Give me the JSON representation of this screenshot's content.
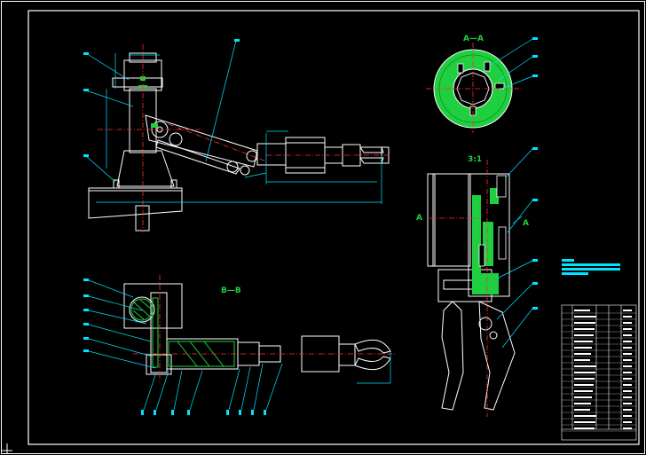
{
  "colors": {
    "background": "#000000",
    "frame": "#ffffff",
    "outline": "#ffffff",
    "leader": "#00e5ff",
    "dimension": "#00e5ff",
    "centerline": "#ff3030",
    "hatch": "#1fcf3f",
    "part_fill": "#1fcf3f",
    "label_text": "#1fcf3f",
    "title_block": "#ffffff"
  },
  "views": {
    "section_aa": {
      "label": "A—A"
    },
    "section_bb": {
      "label": "B—B"
    },
    "detail": {
      "scale_label": "3:1",
      "arrow_mark": "A"
    },
    "side_view": {
      "arrow_mark": "A"
    }
  },
  "title_block": {
    "icon": "title-block-table"
  }
}
